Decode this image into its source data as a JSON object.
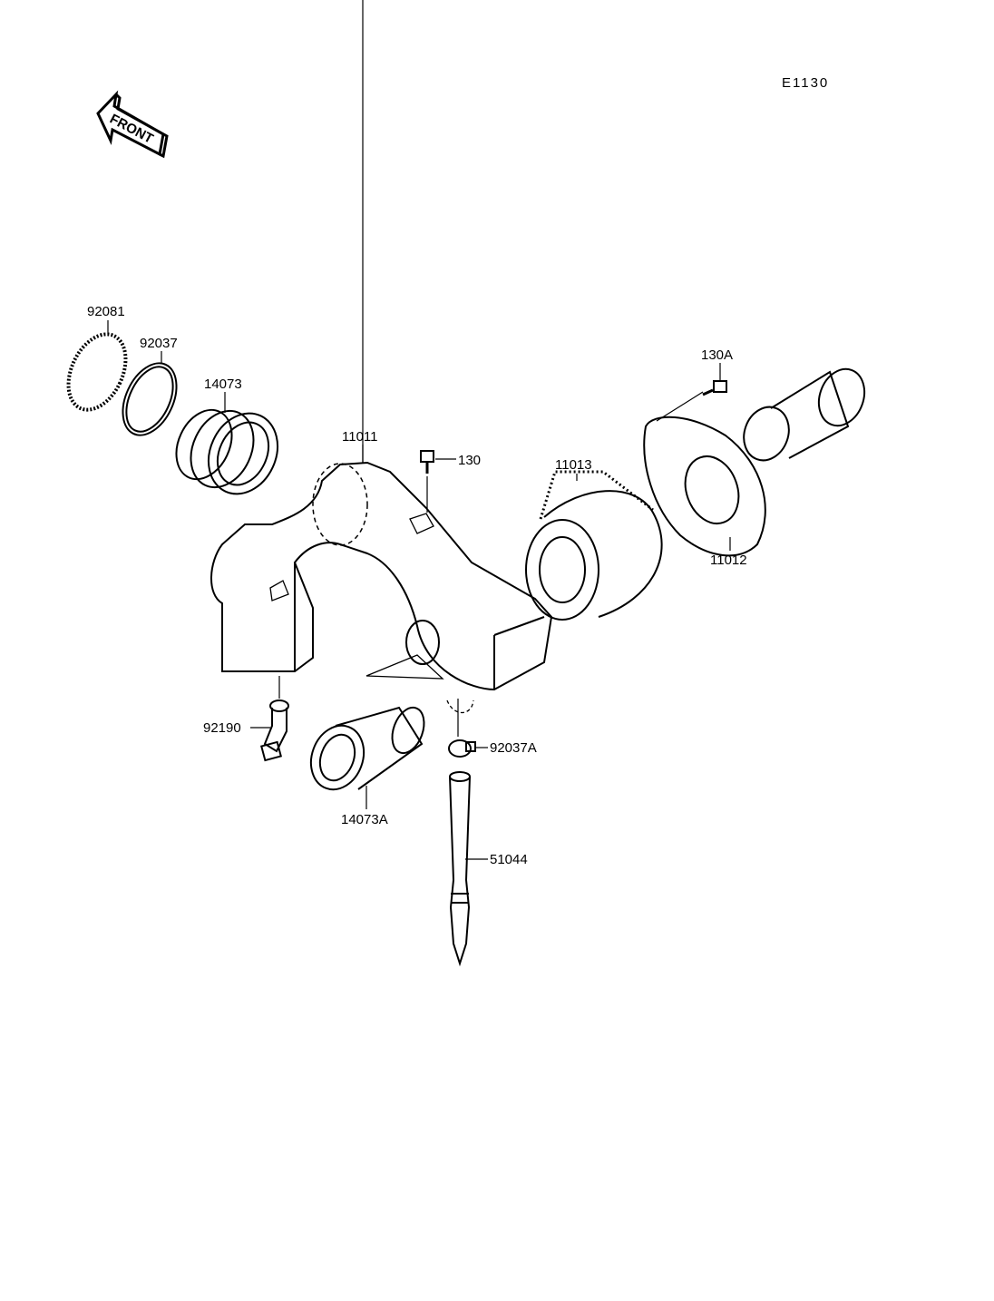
{
  "diagram_code": "E1130",
  "front_arrow_label": "FRONT",
  "parts": [
    {
      "id": "92081"
    },
    {
      "id": "92037"
    },
    {
      "id": "14073"
    },
    {
      "id": "11011"
    },
    {
      "id": "130"
    },
    {
      "id": "11013"
    },
    {
      "id": "130A"
    },
    {
      "id": "11012"
    },
    {
      "id": "92190"
    },
    {
      "id": "14073A"
    },
    {
      "id": "92037A"
    },
    {
      "id": "51044"
    }
  ]
}
